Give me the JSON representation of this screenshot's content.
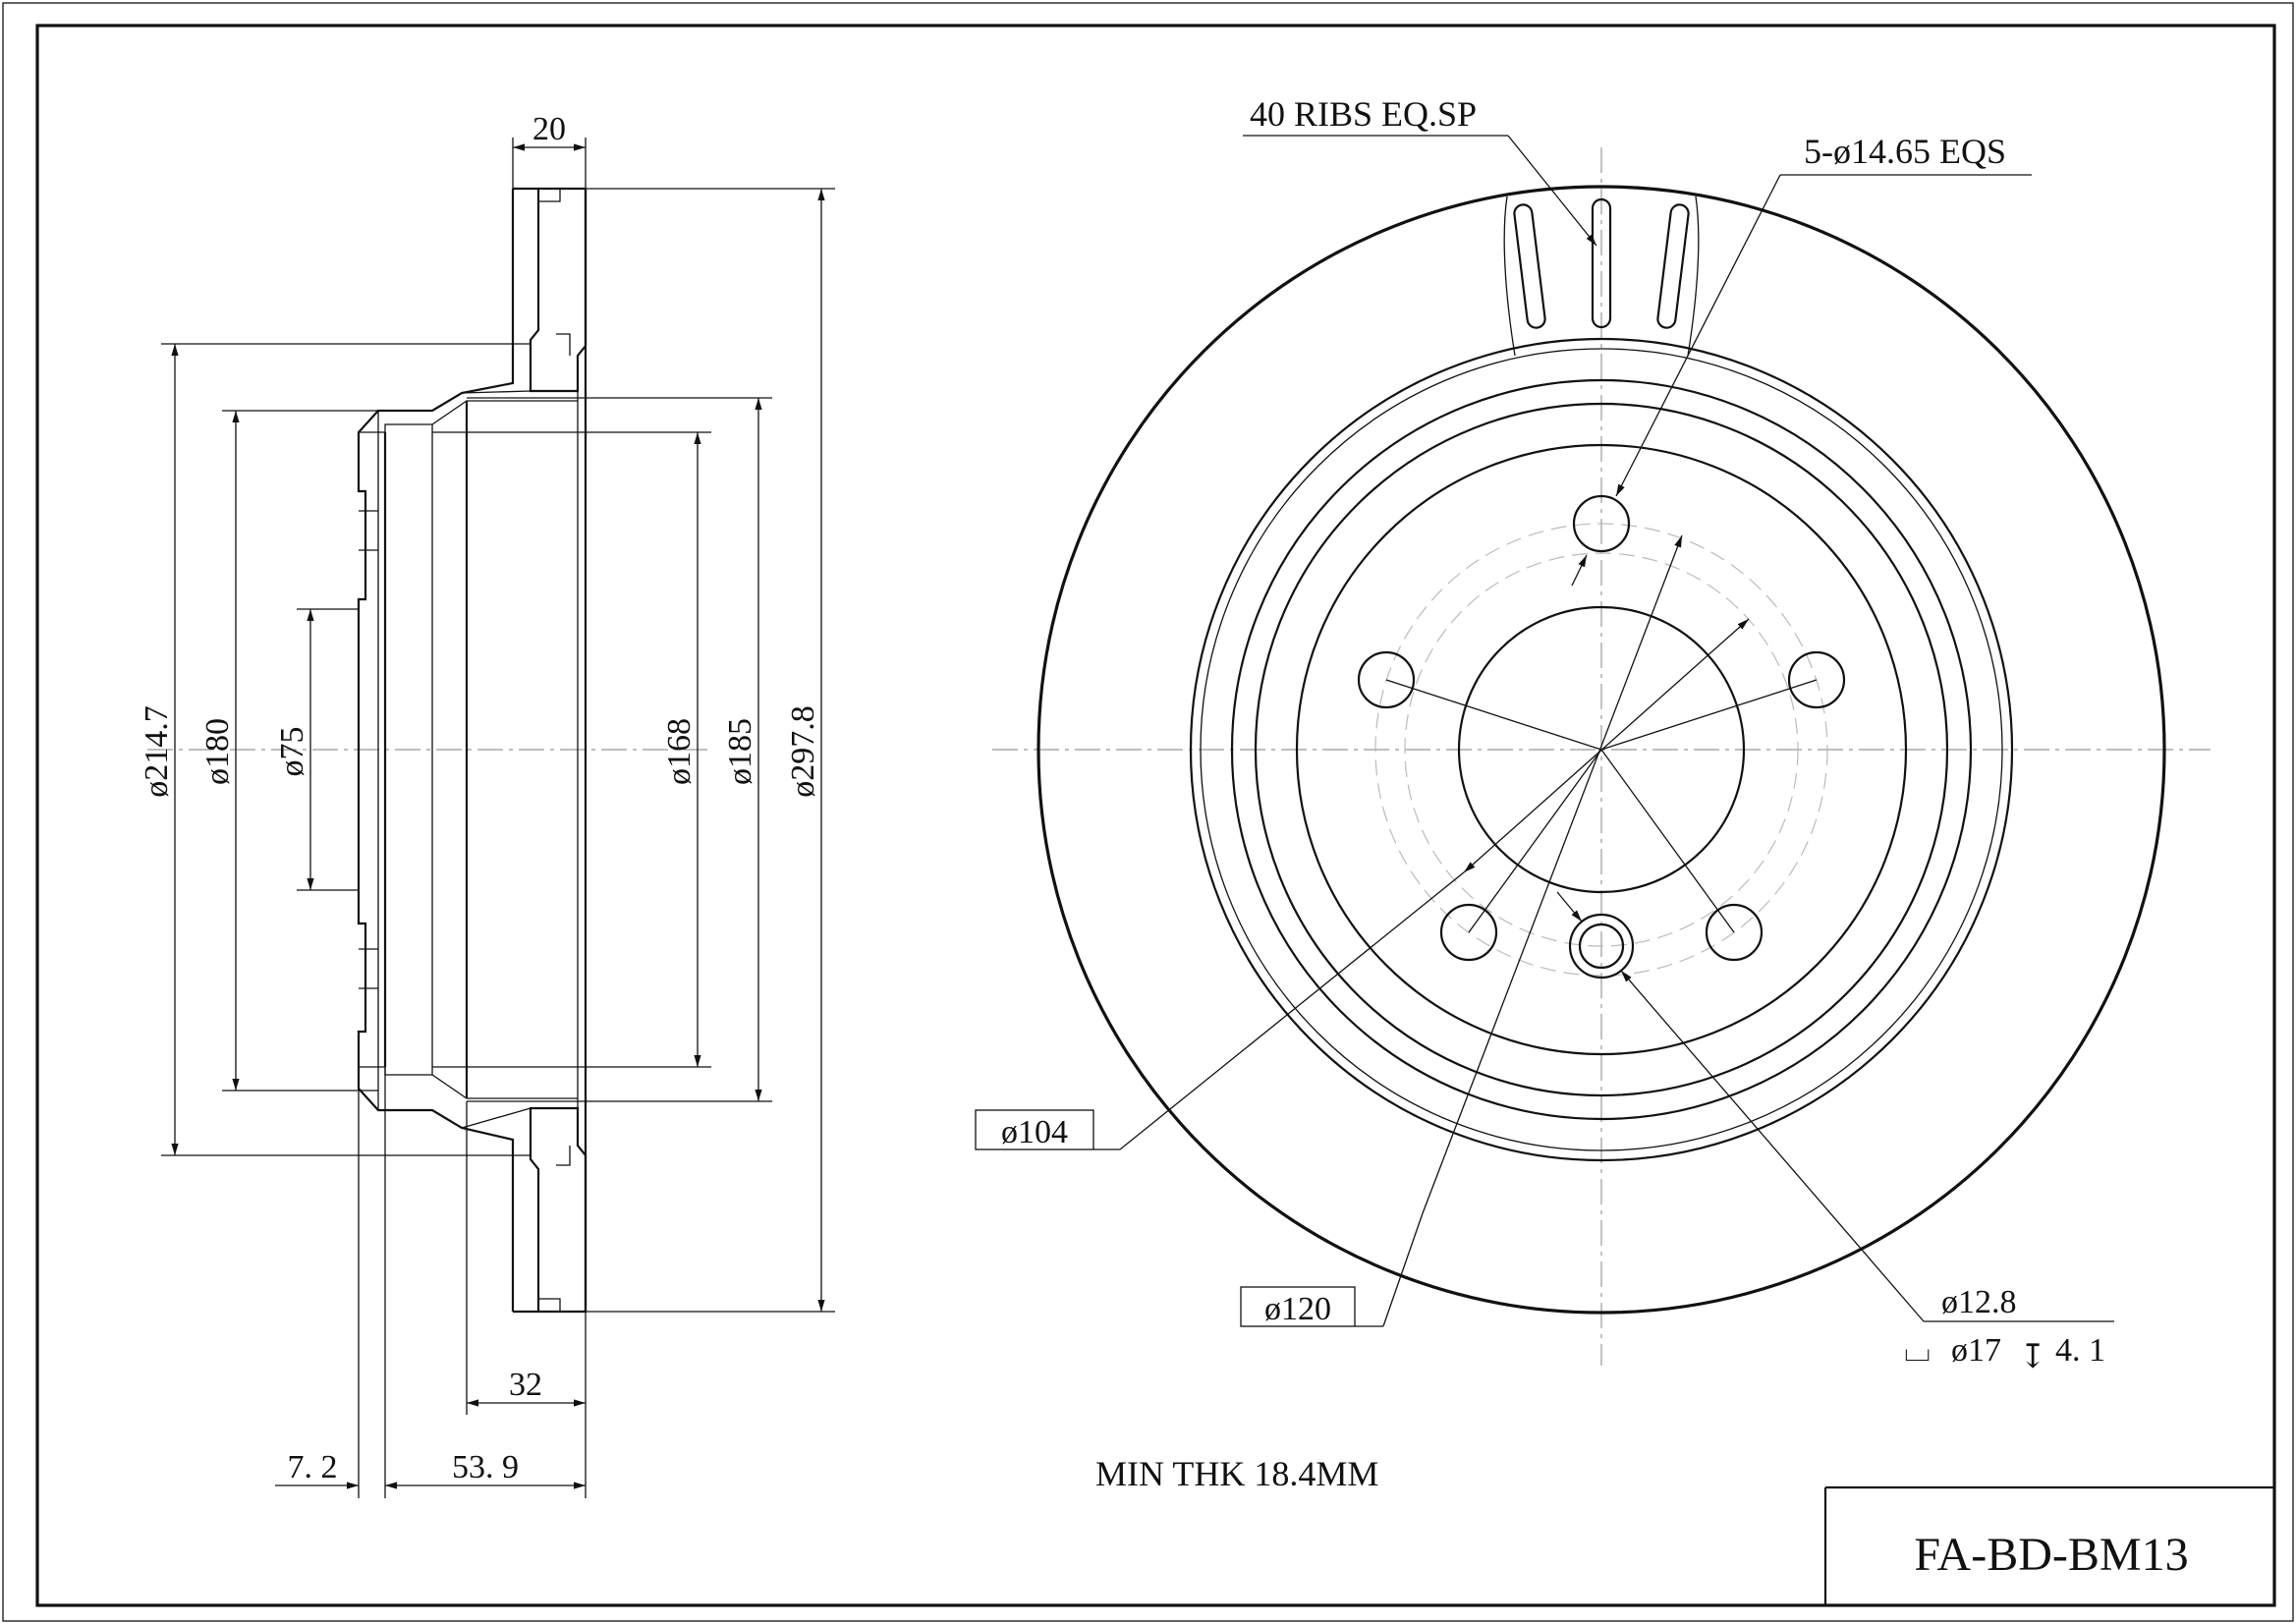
{
  "section_dimensions": {
    "rotor_thickness": "20",
    "outer_diameter": "ø297.8",
    "hat_outer_diameter": "ø214.7",
    "hat_diameter_180": "ø180",
    "center_bore_75": "ø75",
    "inner_diameter_168": "ø168",
    "diameter_185": "ø185",
    "hat_depth_32": "32",
    "offset_7_2": "7. 2",
    "overall_height": "53. 9"
  },
  "face_view": {
    "ribs_note": "40 RIBS EQ.SP",
    "bolt_holes_note": "5-ø14.65 EQS",
    "pcd_104": "ø104",
    "pcd_120": "ø120",
    "thread_hole": "ø12.8",
    "counterbore_symbol": "⌴",
    "counterbore_dia": "ø17",
    "depth_symbol": "↧",
    "counterbore_depth": "4. 1"
  },
  "min_thickness_note": "MIN THK 18.4MM",
  "title_block": {
    "part_number": "FA-BD-BM13"
  }
}
